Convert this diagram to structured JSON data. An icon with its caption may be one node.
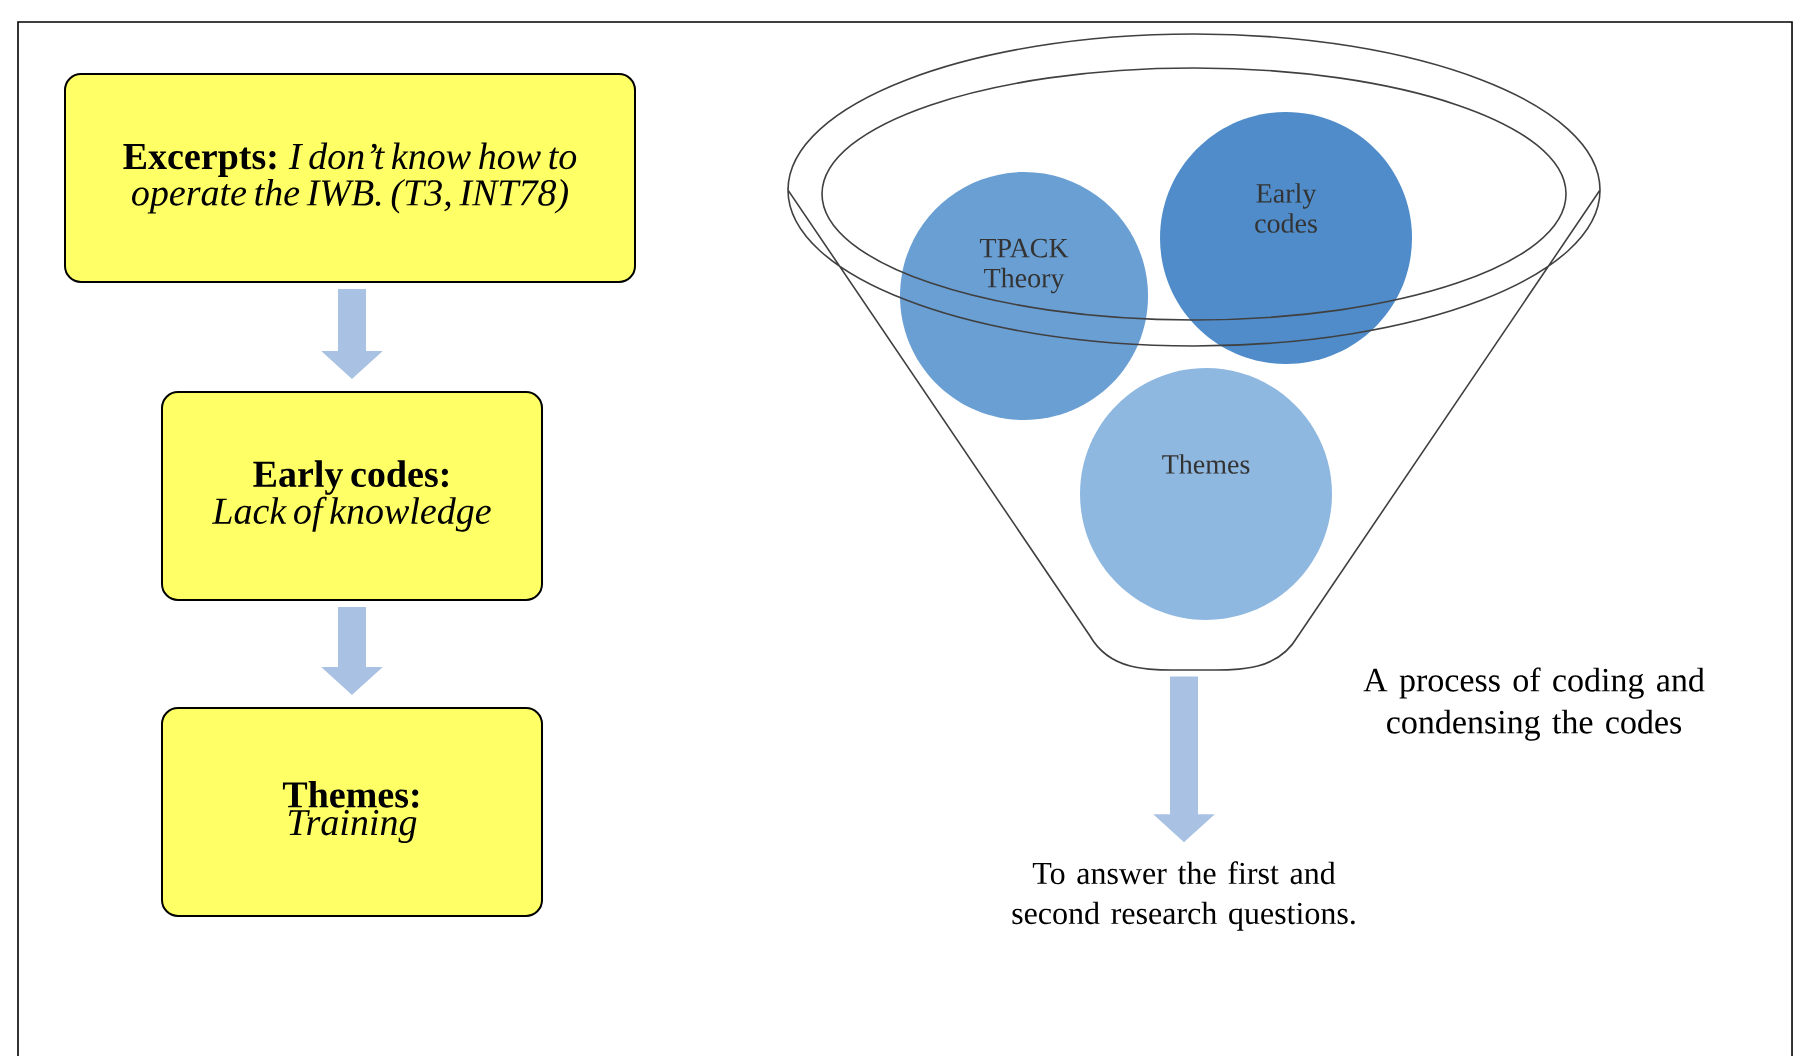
{
  "diagram": {
    "nodes": [
      {
        "text": [
          "**Excerpts:** *I don’t know how to operate the IWB. (T3, INT78)*"
        ]
      },
      {
        "text": [
          "Early codes:",
          "Lack of knowledge"
        ]
      },
      {
        "text": [
          "Themes:",
          "Training"
        ]
      },
      {
        "text": [],
        "shape": "funnel",
        "beside": [
          "A process of coding and condensing the codes"
        ]
      },
      {
        "text": [
          "TPACK Theory"
        ],
        "in": 3
      },
      {
        "text": [
          "Early codes"
        ],
        "in": 3
      },
      {
        "text": [
          "Themes"
        ],
        "in": 3
      },
      {
        "text": [
          "To answer the first and second research questions."
        ]
      }
    ],
    "edges": [
      {
        "from": 0,
        "to": 1,
        "arrow": "to"
      },
      {
        "from": 1,
        "to": 2,
        "arrow": "to"
      },
      {
        "from": 3,
        "to": 7,
        "arrow": "to"
      }
    ]
  }
}
